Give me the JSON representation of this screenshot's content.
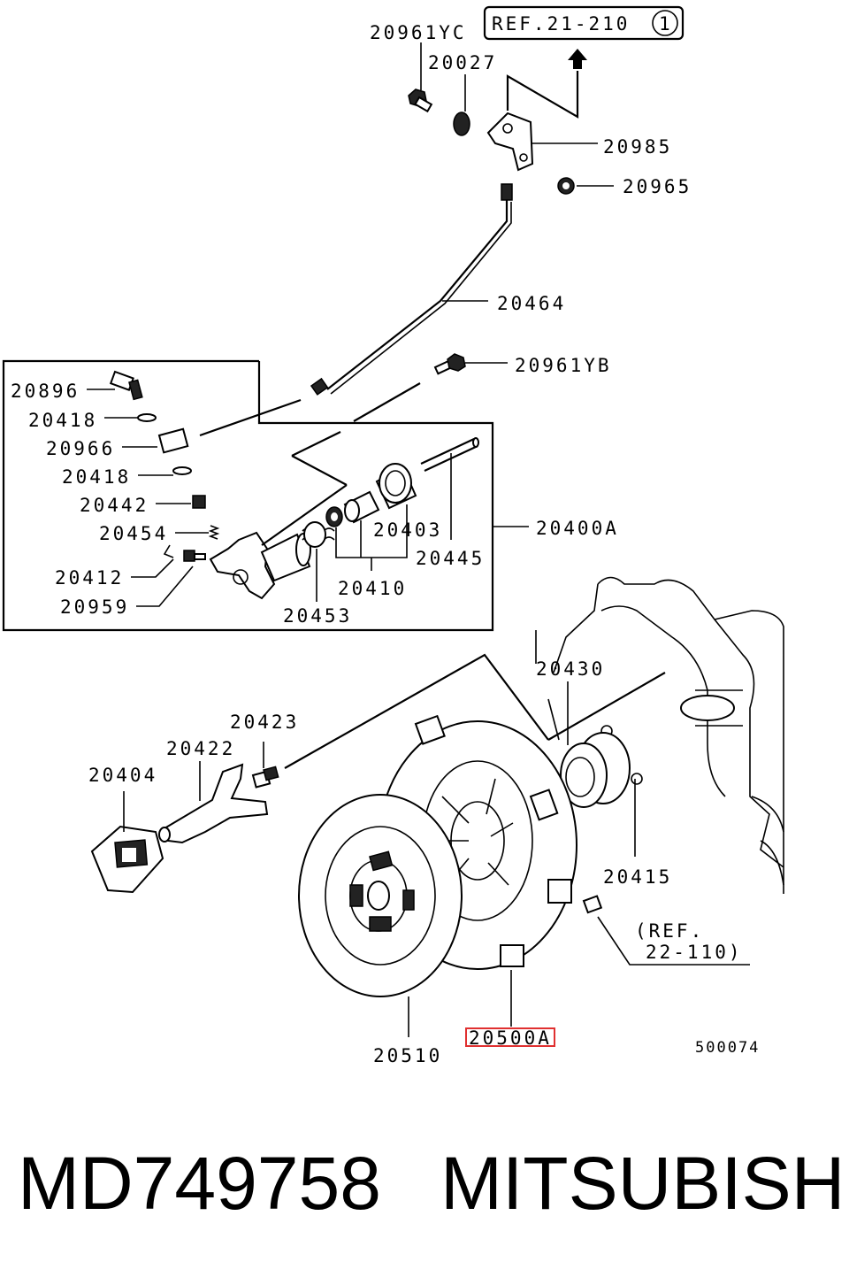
{
  "ref_top": {
    "text": "REF.21-210",
    "circle": "1"
  },
  "labels": {
    "p20961YC": "20961YC",
    "p20027": "20027",
    "p20985": "20985",
    "p20965": "20965",
    "p20464": "20464",
    "p20961YB": "20961YB",
    "p20896": "20896",
    "p20418a": "20418",
    "p20966": "20966",
    "p20418b": "20418",
    "p20442": "20442",
    "p20454": "20454",
    "p20412": "20412",
    "p20959": "20959",
    "p20453": "20453",
    "p20410": "20410",
    "p20403": "20403",
    "p20445": "20445",
    "p20400A": "20400A",
    "p20430": "20430",
    "p20423": "20423",
    "p20422": "20422",
    "p20404": "20404",
    "p20415": "20415",
    "p20510": "20510",
    "p20500A": "20500A",
    "ref_lower_1": "(REF.",
    "ref_lower_2": "22-110)",
    "code": "500074"
  },
  "highlight_color": "#e03030",
  "footer": {
    "part_number": "MD749758",
    "brand": "MITSUBISHI"
  }
}
